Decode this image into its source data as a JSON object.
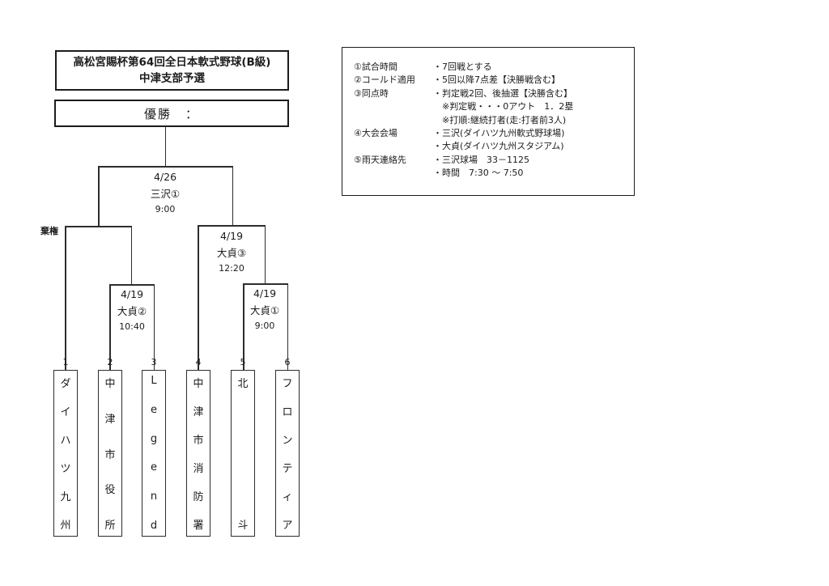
{
  "title": {
    "line1": "高松宮賜杯第64回全日本軟式野球(B級)",
    "line2": "中津支部予選"
  },
  "champion": {
    "label": "優勝　："
  },
  "notes": {
    "rows": [
      {
        "label": "①試合時間",
        "text": "・7回戦とする"
      },
      {
        "label": "②コールド適用",
        "text": "・5回以降7点差【決勝戦含む】"
      },
      {
        "label": "③同点時",
        "text": "・判定戦2回、後抽選【決勝含む】"
      },
      {
        "label": "",
        "text": "　※判定戦・・・0アウト　1．2塁"
      },
      {
        "label": "",
        "text": "　※打順:継続打者(走:打者前3人)"
      },
      {
        "label": "④大会会場",
        "text": "・三沢(ダイハツ九州軟式野球場)"
      },
      {
        "label": "",
        "text": "・大貞(ダイハツ九州スタジアム)"
      },
      {
        "label": "⑤雨天連絡先",
        "text": "・三沢球場　33－1125"
      },
      {
        "label": "",
        "text": "・時間　7:30 ～ 7:50"
      }
    ]
  },
  "bracket": {
    "forfeit_label": "棄権",
    "matches": {
      "final": {
        "date": "4/26",
        "venue": "三沢①",
        "time": "9:00"
      },
      "semi_right": {
        "date": "4/19",
        "venue": "大貞③",
        "time": "12:20"
      },
      "quarter_left": {
        "date": "4/19",
        "venue": "大貞②",
        "time": "10:40"
      },
      "quarter_right": {
        "date": "4/19",
        "venue": "大貞①",
        "time": "9:00"
      }
    },
    "teams": [
      {
        "seed": "1",
        "name": "ダイハツ九州"
      },
      {
        "seed": "2",
        "name": "中津市役所"
      },
      {
        "seed": "3",
        "name": "Legend"
      },
      {
        "seed": "4",
        "name": "中津市消防署"
      },
      {
        "seed": "5",
        "name": "北斗"
      },
      {
        "seed": "6",
        "name": "フロンティア"
      }
    ]
  }
}
